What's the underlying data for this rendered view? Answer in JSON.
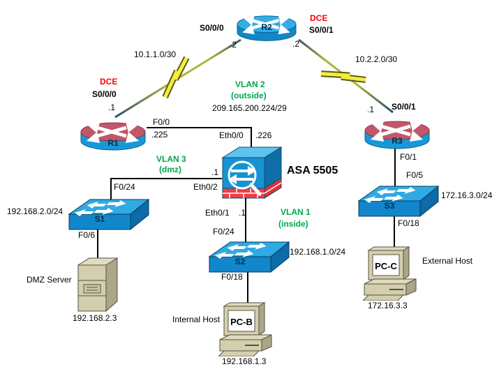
{
  "diagram_title": "ASA 5505 firewall lab topology",
  "colors": {
    "router_blue": "#1694d4",
    "router_blue_top": "#33ade4",
    "router_red_top": "#c2566a",
    "switch_front": "#1186cb",
    "switch_top": "#2faae4",
    "asa_front": "#1793d2",
    "firewall_brick": "#ef3e46",
    "host_tan": "#d2ceae",
    "bolt_yellow": "#f2ee3e",
    "dce_red": "#ff0000",
    "vlan_green": "#00a651",
    "link_black": "#000000"
  },
  "nodes": {
    "r1": {
      "label": "R1"
    },
    "r2": {
      "label": "R2"
    },
    "r3": {
      "label": "R3"
    },
    "s1": {
      "label": "S1"
    },
    "s2": {
      "label": "S2"
    },
    "s3": {
      "label": "S3"
    },
    "asa": {
      "label": "ASA 5505"
    },
    "dmz_server": {
      "label": "DMZ Server",
      "ip": "192.168.2.3"
    },
    "pc_b": {
      "label": "PC-B",
      "role": "Internal Host",
      "ip": "192.168.1.3"
    },
    "pc_c": {
      "label": "PC-C",
      "role": "External Host",
      "ip": "172.16.3.3"
    }
  },
  "links": {
    "r1_r2": {
      "network": "10.1.1.0/30",
      "r2_if": "S0/0/0",
      "r2_addr": ".2",
      "r1_dce": "DCE",
      "r1_if": "S0/0/0",
      "r1_addr": ".1"
    },
    "r2_r3": {
      "network": "10.2.2.0/30",
      "r2_dce": "DCE",
      "r2_if": "S0/0/1",
      "r2_addr": ".2",
      "r3_if": "S0/0/1",
      "r3_addr": ".1"
    },
    "r1_asa": {
      "r1_if": "F0/0",
      "r1_addr": ".225",
      "asa_if": "Eth0/0",
      "asa_addr": ".226"
    },
    "vlan2": {
      "name": "VLAN 2",
      "zone": "(outside)",
      "network": "209.165.200.224/29"
    },
    "vlan3": {
      "name": "VLAN 3",
      "zone": "(dmz)",
      "asa_if": "Eth0/2",
      "asa_addr": ".1",
      "s1_if": "F0/24",
      "network": "192.168.2.0/24"
    },
    "vlan1": {
      "name": "VLAN 1",
      "zone": "(inside)",
      "asa_if": "Eth0/1",
      "asa_addr": ".1",
      "s2_if": "F0/24",
      "network": "192.168.1.0/24"
    },
    "s1_dmz": {
      "s1_if": "F0/6"
    },
    "s2_pcb": {
      "s2_if": "F0/18"
    },
    "r3_s3": {
      "r3_if": "F0/1",
      "s3_if": "F0/5",
      "network": "172.16.3.0/24"
    },
    "s3_pcc": {
      "s3_if": "F0/18"
    }
  }
}
